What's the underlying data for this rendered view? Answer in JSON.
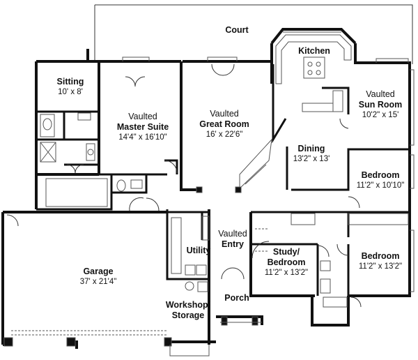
{
  "rooms": {
    "court": {
      "name": "Court"
    },
    "kitchen": {
      "name": "Kitchen"
    },
    "sitting": {
      "name": "Sitting",
      "dims": "10' x 8'"
    },
    "master_suite": {
      "prefix": "Vaulted",
      "name": "Master Suite",
      "dims": "14'4\" x 16'10\""
    },
    "great_room": {
      "prefix": "Vaulted",
      "name": "Great Room",
      "dims": "16' x 22'6\""
    },
    "sun_room": {
      "prefix": "Vaulted",
      "name": "Sun Room",
      "dims": "10'2\" x 15'"
    },
    "dining": {
      "name": "Dining",
      "dims": "13'2\" x 13'"
    },
    "bedroom_1": {
      "name": "Bedroom",
      "dims": "11'2\" x 10'10\""
    },
    "utility": {
      "name": "Utility"
    },
    "entry": {
      "prefix": "Vaulted",
      "name": "Entry"
    },
    "study": {
      "name_line1": "Study/",
      "name_line2": "Bedroom",
      "dims": "11'2\" x 13'2\""
    },
    "bedroom_2": {
      "name": "Bedroom",
      "dims": "11'2\" x 13'2\""
    },
    "garage": {
      "name": "Garage",
      "dims": "37' x 21'4\""
    },
    "porch": {
      "name": "Porch"
    },
    "workshop": {
      "name_line1": "Workshop/",
      "name_line2": "Storage"
    }
  },
  "colors": {
    "wall": "#111111",
    "thin": "#333333",
    "fixture": "#555555",
    "background": "#ffffff"
  }
}
